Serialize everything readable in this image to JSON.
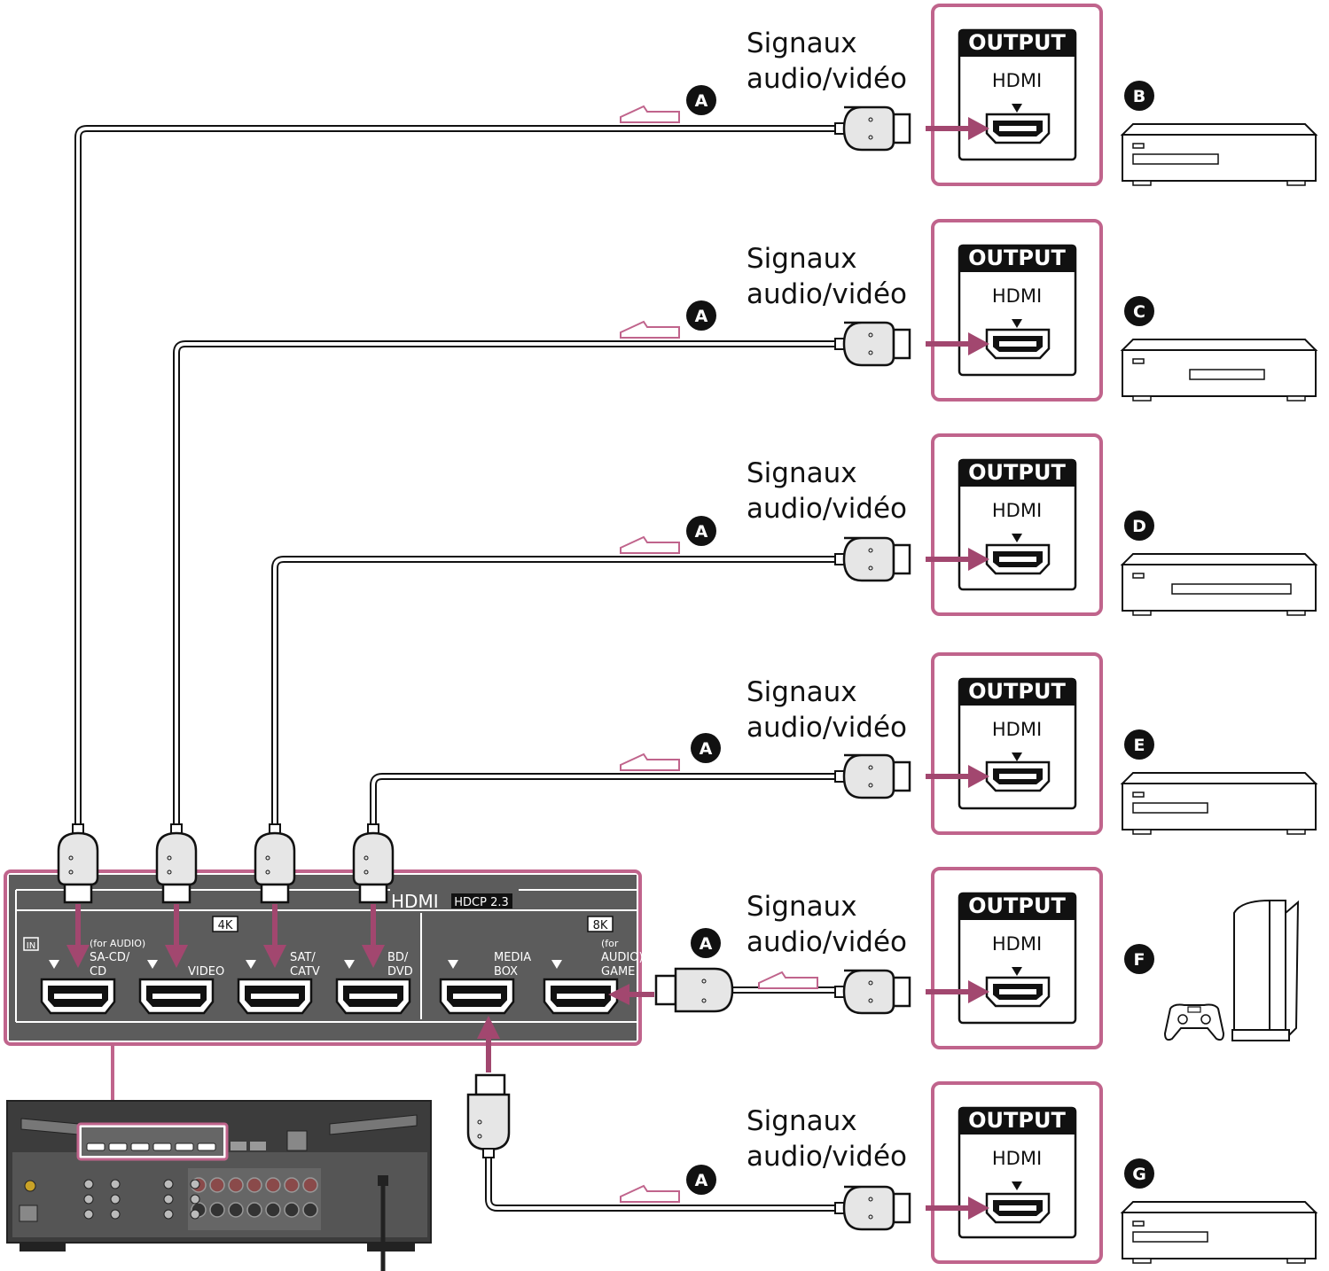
{
  "signal_label_line1": "Signaux",
  "signal_label_line2": "audio/vidéo",
  "cable_label": "A",
  "output_label": "OUTPUT",
  "hdmi_label": "HDMI",
  "panel": {
    "title": "HDMI",
    "hdcp": "HDCP 2.3",
    "in_label": "IN",
    "group_4k": "4K",
    "group_8k": "8K",
    "ports": [
      {
        "name": "sa-cd-cd",
        "lines": [
          "(for AUDIO)",
          "SA-CD/",
          "CD"
        ]
      },
      {
        "name": "video",
        "lines": [
          "VIDEO"
        ]
      },
      {
        "name": "sat-catv",
        "lines": [
          "SAT/",
          "CATV"
        ]
      },
      {
        "name": "bd-dvd",
        "lines": [
          "BD/",
          "DVD"
        ]
      },
      {
        "name": "media-box",
        "lines": [
          "MEDIA",
          "BOX"
        ]
      },
      {
        "name": "game",
        "lines": [
          "(for",
          "AUDIO)",
          "GAME"
        ]
      }
    ]
  },
  "devices": [
    {
      "letter": "B",
      "kind": "player"
    },
    {
      "letter": "C",
      "kind": "player"
    },
    {
      "letter": "D",
      "kind": "player"
    },
    {
      "letter": "E",
      "kind": "player"
    },
    {
      "letter": "F",
      "kind": "console"
    },
    {
      "letter": "G",
      "kind": "player"
    }
  ],
  "colors": {
    "accent": "#c0648c",
    "arrow": "#a2476f",
    "panel": "#5c5c5c",
    "receiver": "#3c3c3c",
    "plug": "#e6e6e6",
    "black": "#111111"
  }
}
